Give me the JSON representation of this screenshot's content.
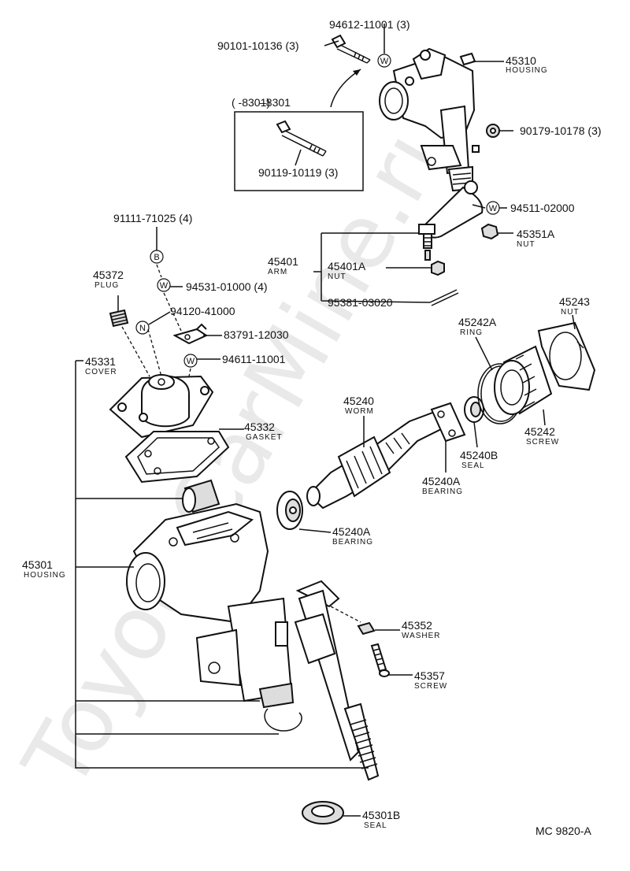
{
  "watermark": "ToyotaCarMine.ru",
  "diagram_code": "MC 9820-A",
  "inset": {
    "range_label": "(       -8301)",
    "bolt_label": "90119-10119 (3)"
  },
  "callouts": {
    "c94612": "94612-11001 (3)",
    "c90101": "90101-10136 (3)",
    "c45310": "45310",
    "c45310_sub": "HOUSING",
    "c90179": "90179-10178 (3)",
    "c91111": "91111-71025 (4)",
    "c94511": "94511-02000",
    "c45351a": "45351A",
    "c45351a_sub": "NUT",
    "c45401": "45401",
    "c45401_sub": "ARM",
    "c45401a": "45401A",
    "c45401a_sub": "NUT",
    "c45372": "45372",
    "c45372_sub": "PLUG",
    "c94531": "94531-01000 (4)",
    "c94120": "94120-41000",
    "c95381": "95381-03020",
    "c45243": "45243",
    "c45243_sub": "NUT",
    "c45242a": "45242A",
    "c45242a_sub": "RING",
    "c83791": "83791-12030",
    "c45331": "45331",
    "c45331_sub": "COVER",
    "c94611": "94611-11001",
    "c45240": "45240",
    "c45240_sub": "WORM",
    "c45332": "45332",
    "c45332_sub": "GASKET",
    "c45242": "45242",
    "c45242_sub": "SCREW",
    "c45240b": "45240B",
    "c45240b_sub": "SEAL",
    "c45240a1": "45240A",
    "c45240a1_sub": "BEARING",
    "c45240a2": "45240A",
    "c45240a2_sub": "BEARING",
    "c45301": "45301",
    "c45301_sub": "HOUSING",
    "c45352": "45352",
    "c45352_sub": "WASHER",
    "c45357": "45357",
    "c45357_sub": "SCREW",
    "c45301b": "45301B",
    "c45301b_sub": "SEAL"
  },
  "badges": {
    "w": "W",
    "b": "B",
    "n": "N"
  }
}
